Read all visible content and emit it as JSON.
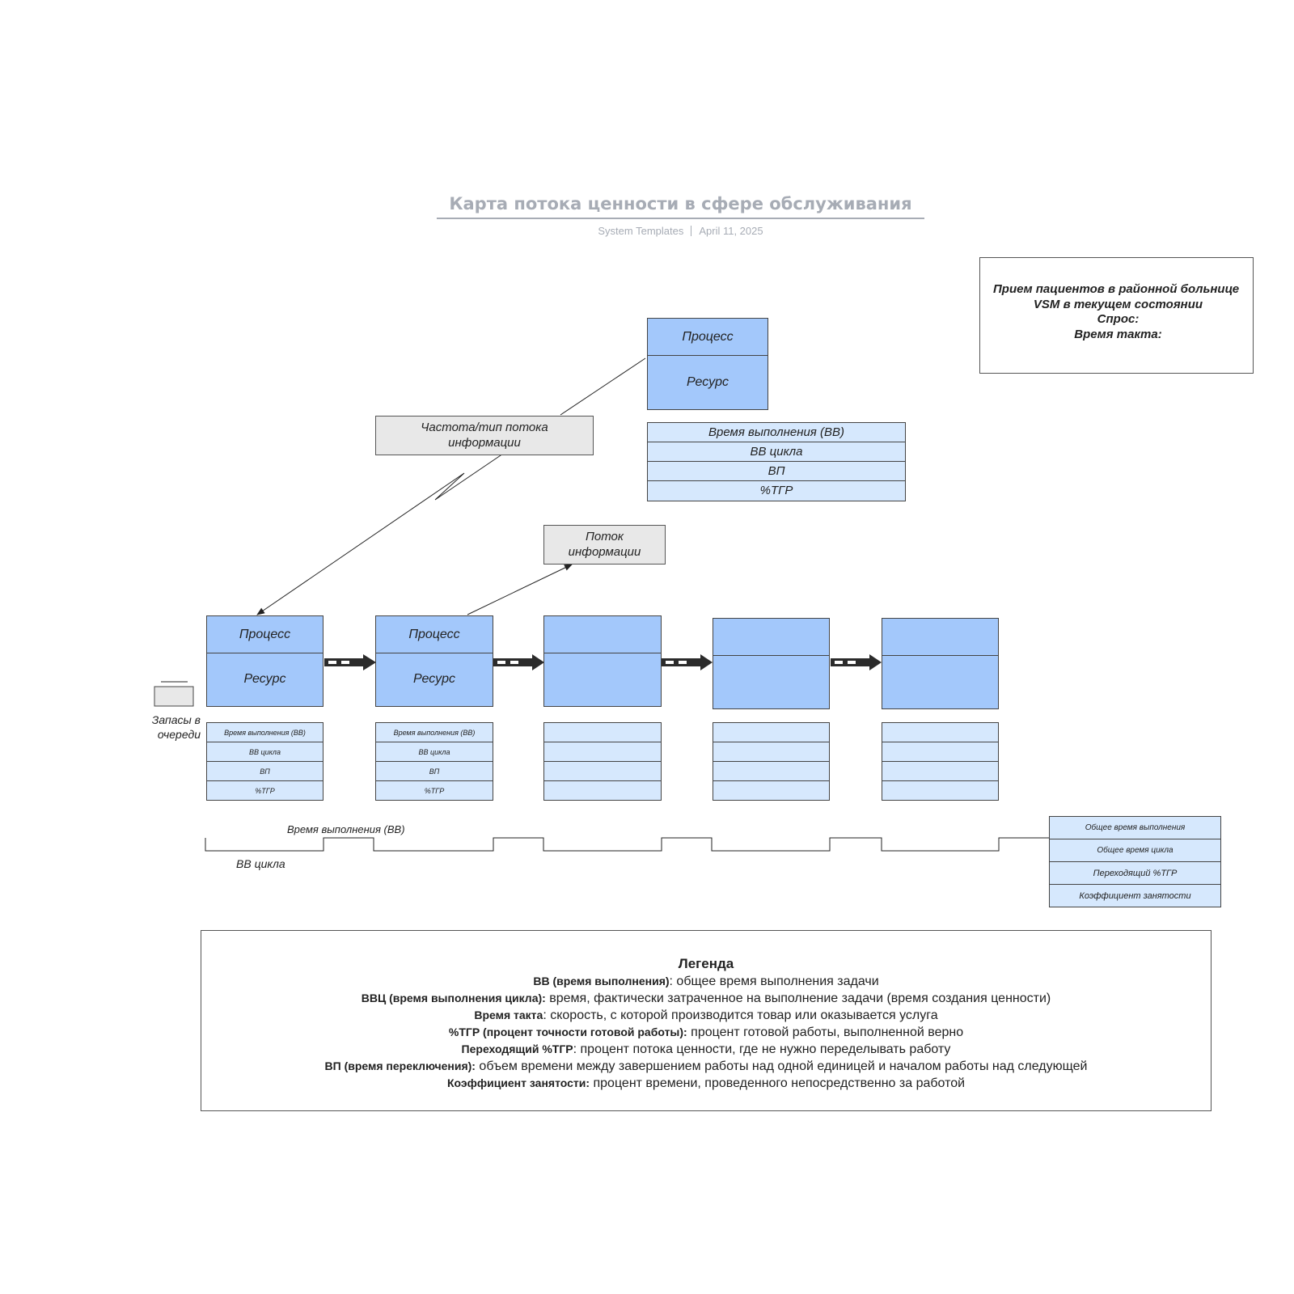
{
  "header": {
    "title": "Карта потока ценности в сфере обслуживания",
    "author": "System Templates",
    "date": "April 11, 2025"
  },
  "infobox": {
    "line1": "Прием пациентов в районной больнице",
    "line2": "VSM в текущем состоянии",
    "line3": "Спрос:",
    "line4": "Время такта:"
  },
  "top_process": {
    "process": "Процесс",
    "resource": "Ресурс",
    "metrics": [
      "Время выполнения (ВВ)",
      "ВВ цикла",
      "ВП",
      "%ТГР"
    ]
  },
  "info_flows": {
    "frequency": "Частота/тип потока информации",
    "flow": "Поток информации"
  },
  "processes": [
    {
      "process": "Процесс",
      "resource": "Ресурс",
      "metrics": [
        "Время выполнения (ВВ)",
        "ВВ цикла",
        "ВП",
        "%ТГР"
      ]
    },
    {
      "process": "Процесс",
      "resource": "Ресурс",
      "metrics": [
        "Время выполнения (ВВ)",
        "ВВ цикла",
        "ВП",
        "%ТГР"
      ]
    },
    {
      "process": "",
      "resource": "",
      "metrics": [
        "",
        "",
        "",
        ""
      ]
    },
    {
      "process": "",
      "resource": "",
      "metrics": [
        "",
        "",
        "",
        ""
      ]
    },
    {
      "process": "",
      "resource": "",
      "metrics": [
        "",
        "",
        "",
        ""
      ]
    }
  ],
  "queue": {
    "label": "Запасы в очереди"
  },
  "timeline": {
    "lead_time_label": "Время выполнения (ВВ)",
    "cycle_time_label": "ВВ цикла"
  },
  "summary": [
    "Общее время выполнения",
    "Общее время цикла",
    "Переходящий %ТГР",
    "Коэффициент занятости"
  ],
  "legend": {
    "title": "Легенда",
    "items": [
      {
        "term": "ВВ (время выполнения)",
        "desc": ": общее время выполнения задачи"
      },
      {
        "term": "ВВЦ (время выполнения цикла):",
        "desc": " время, фактически затраченное на выполнение задачи (время создания ценности)"
      },
      {
        "term": "Время такта",
        "desc": ": скорость, с которой производится товар или оказывается услуга"
      },
      {
        "term": "%ТГР (процент точности готовой работы):",
        "desc": " процент готовой работы, выполненной верно"
      },
      {
        "term": "Переходящий %ТГР",
        "desc": ": процент потока ценности, где не нужно переделывать работу"
      },
      {
        "term": "ВП (время переключения):",
        "desc": " объем времени между завершением работы над одной единицей и началом работы над следующей"
      },
      {
        "term": "Коэффициент занятости:",
        "desc": " процент времени, проведенного непосредственно за работой"
      }
    ]
  },
  "colors": {
    "process_fill": "#a3c8fb",
    "metric_fill": "#d6e8fd",
    "info_fill": "#e8e8e8",
    "title_gray": "#a7acb5"
  }
}
